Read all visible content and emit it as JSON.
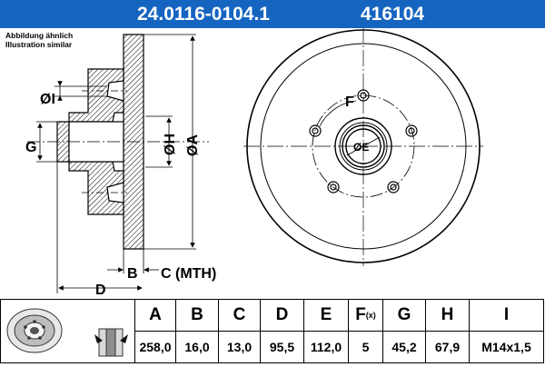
{
  "header": {
    "part_number": "24.0116-0104.1",
    "ref_number": "416104",
    "bg_color": "#1565c0"
  },
  "caption": {
    "line1": "Abbildung ähnlich",
    "line2": "Illustration similar"
  },
  "drawing_labels": {
    "I": "ØI",
    "G": "G",
    "H": "ØH",
    "A": "ØA",
    "B": "B",
    "C": "C (MTH)",
    "D": "D",
    "E": "ØE",
    "F": "F"
  },
  "table": {
    "columns": [
      {
        "key": "A",
        "label": "A",
        "value": "258,0"
      },
      {
        "key": "B",
        "label": "B",
        "value": "16,0"
      },
      {
        "key": "C",
        "label": "C",
        "value": "13,0"
      },
      {
        "key": "D",
        "label": "D",
        "value": "95,5"
      },
      {
        "key": "E",
        "label": "E",
        "value": "112,0"
      },
      {
        "key": "F",
        "label": "F",
        "suffix": "(x)",
        "value": "5"
      },
      {
        "key": "G",
        "label": "G",
        "value": "45,2"
      },
      {
        "key": "H",
        "label": "H",
        "value": "67,9"
      },
      {
        "key": "I",
        "label": "I",
        "value": "M14x1,5"
      }
    ]
  }
}
